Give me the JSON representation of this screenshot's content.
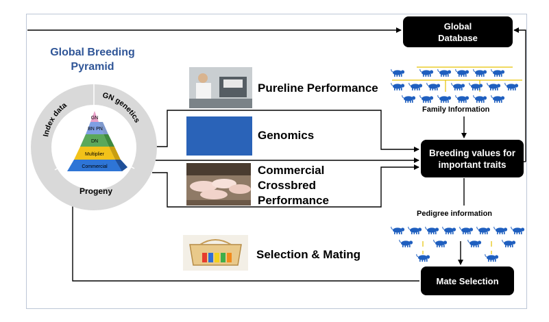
{
  "diagram": {
    "global_database": {
      "line1": "Global",
      "line2": "Database"
    },
    "pyramid": {
      "title_line1": "Global Breeding",
      "title_line2": "Pyramid",
      "ring_labels": {
        "index": "Index data",
        "gn": "GN genetics",
        "progeny": "Progeny"
      },
      "levels": {
        "gn": "GN",
        "bn": "BN",
        "pn": "PN",
        "dn": "DN",
        "multiplier": "Multiplier",
        "commercial": "Commercial"
      }
    },
    "rows": {
      "pureline": "Pureline Performance",
      "genomics": "Genomics",
      "commercial_line1": "Commercial",
      "commercial_line2": "Crossbred",
      "commercial_line3": "Performance",
      "selection": "Selection & Mating"
    },
    "breeding_values": {
      "line1": "Breeding values for",
      "line2": "important traits"
    },
    "family_information": "Family Information",
    "pedigree_information": "Pedigree information",
    "mate_selection": "Mate Selection"
  },
  "colors": {
    "frame": "#bcc6d6",
    "ring": "#d9d9d9",
    "pyramid_pink": "#e8a0c8",
    "pyramid_blue": "#7f9fe3",
    "pyramid_green": "#5ba85b",
    "pyramid_yellow": "#f2c21a",
    "pyramid_base": "#2e75d6",
    "pig": "#1f5fbf",
    "line": "#000000",
    "yellow_link": "#e6c200",
    "title": "#2f5597"
  }
}
